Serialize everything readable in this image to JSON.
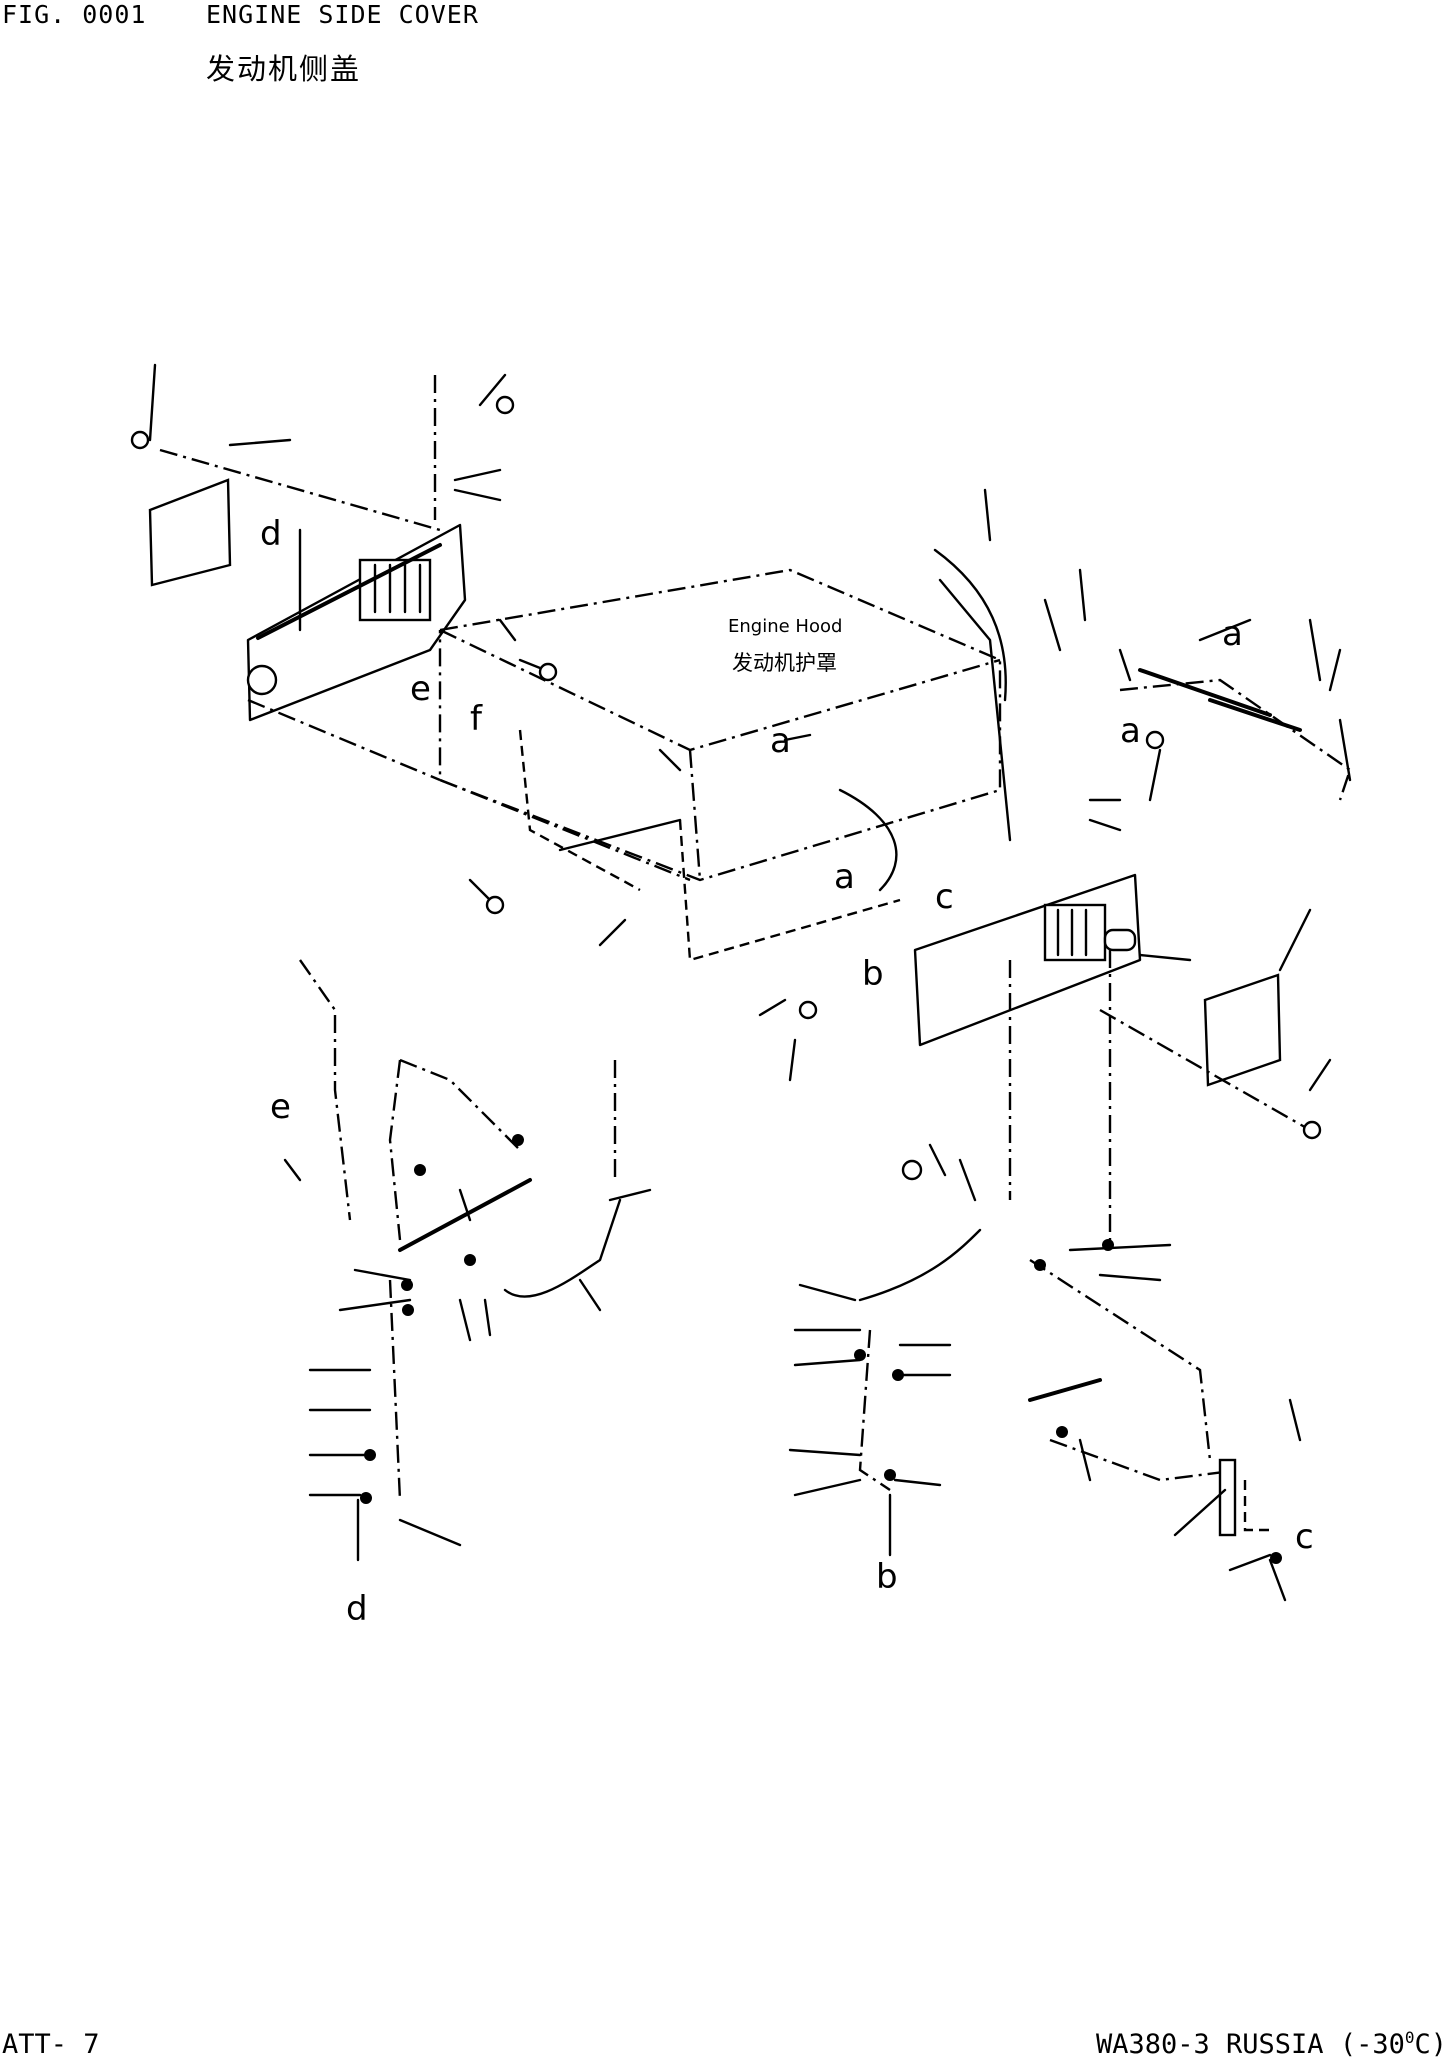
{
  "header": {
    "fig_number": "FIG. 0001",
    "title_en": "ENGINE SIDE COVER",
    "title_cn": "发动机侧盖"
  },
  "diagram": {
    "hood_label_en": "Engine Hood",
    "hood_label_cn": "发动机护罩",
    "callouts": {
      "a": "a",
      "b": "b",
      "c": "c",
      "d": "d",
      "e": "e",
      "f": "f"
    }
  },
  "footer": {
    "page_ref": "ATT-  7",
    "model_ref_prefix": "WA380-3 RUSSIA (-30",
    "model_ref_degree": "0",
    "model_ref_suffix": "C)"
  }
}
